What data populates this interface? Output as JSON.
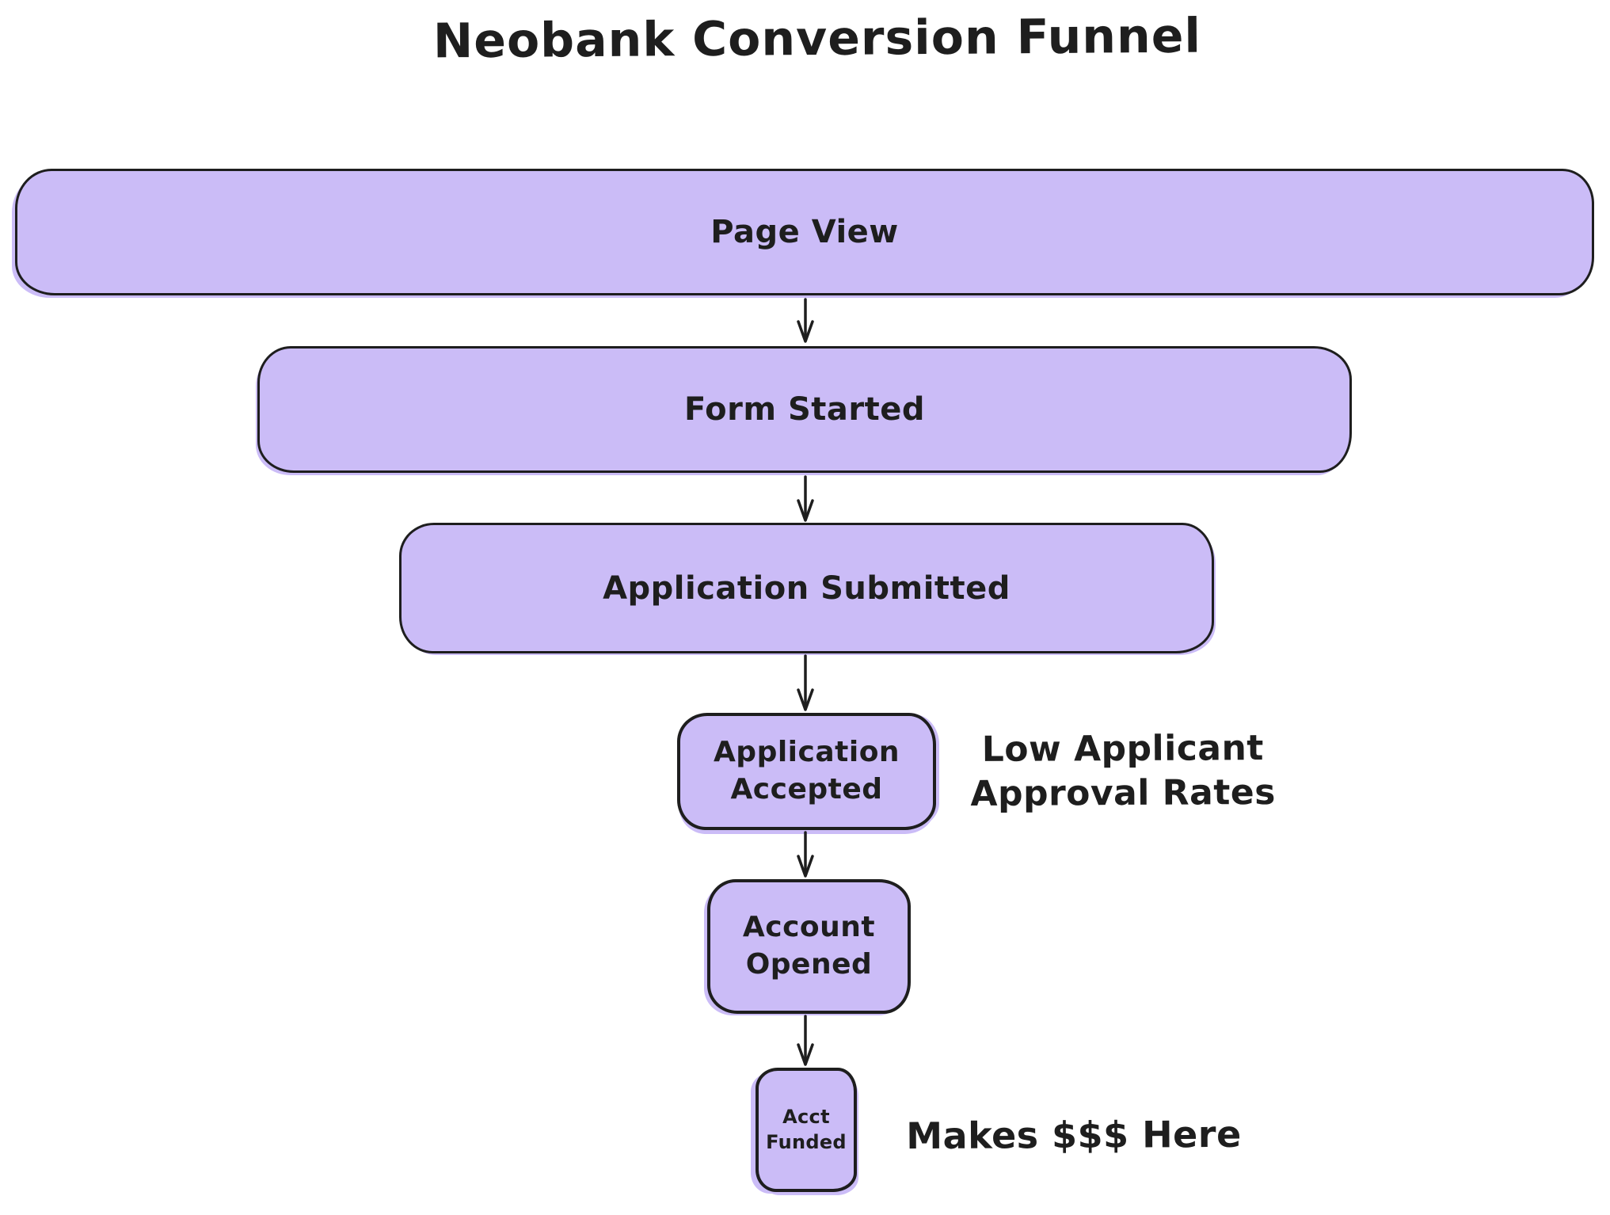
{
  "title": "Neobank Conversion Funnel",
  "colors": {
    "box_fill": "#cbbcf7",
    "stroke": "#1e1e1e",
    "background": "#ffffff"
  },
  "funnel": {
    "stages": [
      {
        "label": "Page View"
      },
      {
        "label": "Form Started"
      },
      {
        "label": "Application Submitted"
      },
      {
        "label": "Application\nAccepted"
      },
      {
        "label": "Account\nOpened"
      },
      {
        "label": "Acct\nFunded"
      }
    ],
    "annotations": [
      {
        "text": "Low Applicant\nApproval Rates"
      },
      {
        "text": "Makes $$$ Here"
      }
    ]
  }
}
